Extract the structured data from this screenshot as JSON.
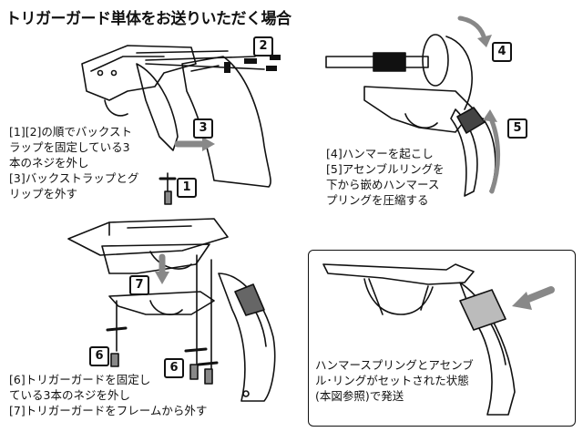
{
  "title": "トリガーガード単体をお送りいただく場合",
  "steps": {
    "s1": "1",
    "s2": "2",
    "s3": "3",
    "s4": "4",
    "s5": "5",
    "s6a": "6",
    "s6b": "6",
    "s7": "7"
  },
  "captions": {
    "step123": "[1][2]の順でバックスト\nラップを固定している3\n本のネジを外し\n[3]バックストラップとグ\nリップを外す",
    "step45": "[4]ハンマーを起こし\n[5]アセンブルリングを\n下から嵌めハンマース\nプリングを圧縮する",
    "step67": "[6]トリガーガードを固定し\nている3本のネジを外し\n[7]トリガーガードをフレームから外す",
    "note": "ハンマースプリングとアセンブ\nル･リングがセットされた状態\n(本図参照)で発送"
  }
}
